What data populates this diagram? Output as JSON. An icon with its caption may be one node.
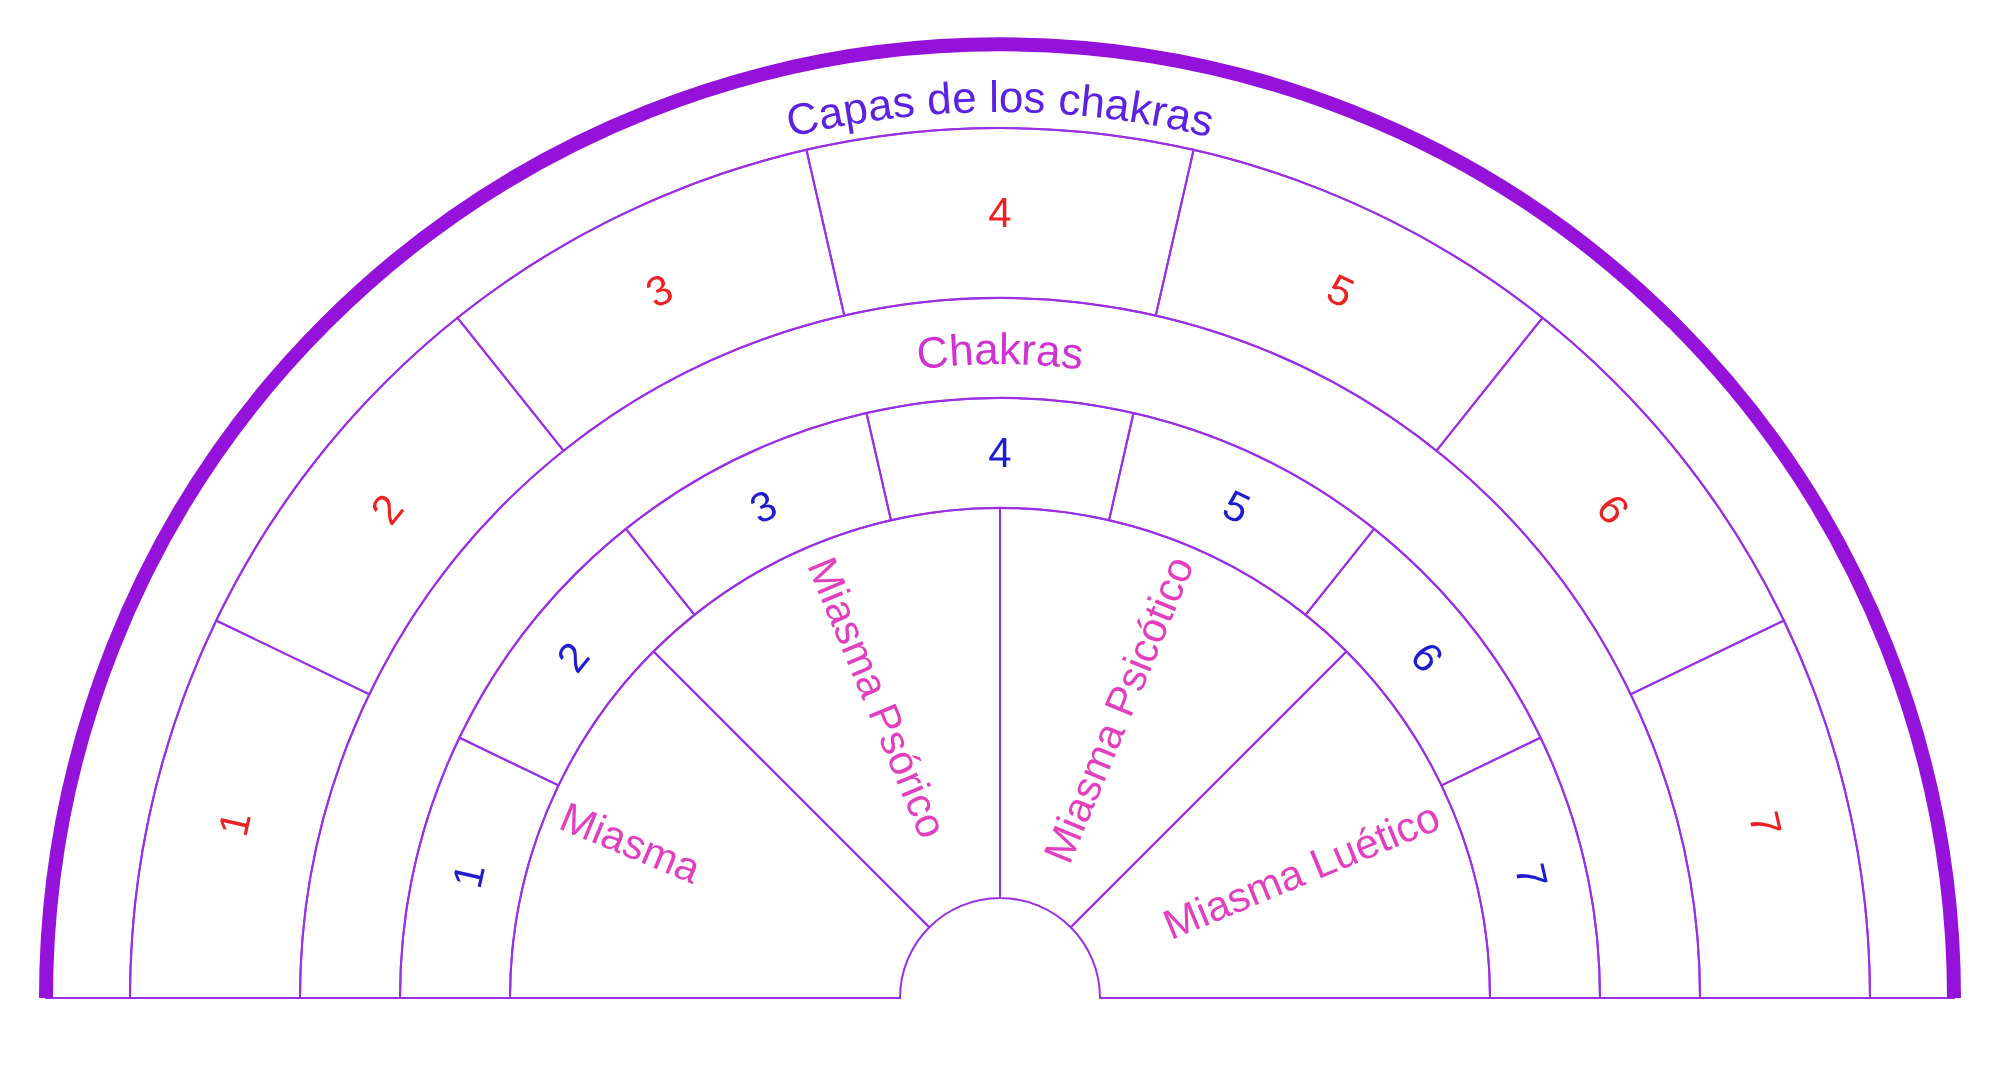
{
  "diagram": {
    "nodes": [
      {
        "text": [
          "Capas de los chakras"
        ]
      },
      {
        "text": [
          "1"
        ]
      },
      {
        "text": [
          "2"
        ]
      },
      {
        "text": [
          "3"
        ]
      },
      {
        "text": [
          "4"
        ]
      },
      {
        "text": [
          "5"
        ]
      },
      {
        "text": [
          "6"
        ]
      },
      {
        "text": [
          "7"
        ]
      },
      {
        "text": [
          "Chakras"
        ]
      },
      {
        "text": [
          "1"
        ]
      },
      {
        "text": [
          "2"
        ]
      },
      {
        "text": [
          "3"
        ]
      },
      {
        "text": [
          "4"
        ]
      },
      {
        "text": [
          "5"
        ]
      },
      {
        "text": [
          "6"
        ]
      },
      {
        "text": [
          "7"
        ]
      },
      {
        "text": [
          "Miasma"
        ]
      },
      {
        "text": [
          "Miasma Psórico"
        ]
      },
      {
        "text": [
          "Miasma Psicótico"
        ]
      },
      {
        "text": [
          "Miasma Luético"
        ]
      }
    ]
  }
}
